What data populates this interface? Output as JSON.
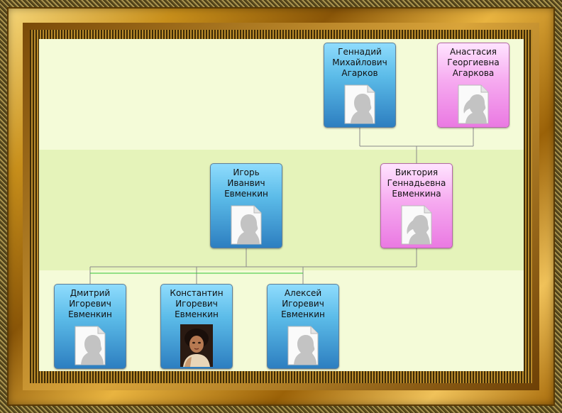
{
  "tree": {
    "people": [
      {
        "id": "gennady",
        "gender": "male",
        "lines": [
          "Геннадий",
          "Михайлович",
          "Агарков"
        ],
        "photo": "male-silhouette-icon"
      },
      {
        "id": "anastasia",
        "gender": "female",
        "lines": [
          "Анастасия",
          "Георгиевна",
          "Агаркова"
        ],
        "photo": "female-silhouette-icon"
      },
      {
        "id": "igor",
        "gender": "male",
        "lines": [
          "Игорь",
          "Иванвич",
          "Евменкин"
        ],
        "photo": "male-silhouette-icon"
      },
      {
        "id": "viktoria",
        "gender": "female",
        "lines": [
          "Виктория",
          "Геннадьевна",
          "Евменкина"
        ],
        "photo": "female-silhouette-icon"
      },
      {
        "id": "dmitry",
        "gender": "male",
        "lines": [
          "Дмитрий",
          "Игоревич",
          "Евменкин"
        ],
        "photo": "male-silhouette-icon"
      },
      {
        "id": "konstantin",
        "gender": "male",
        "lines": [
          "Константин",
          "Игоревич",
          "Евменкин"
        ],
        "photo": "portrait-photo"
      },
      {
        "id": "aleksey",
        "gender": "male",
        "lines": [
          "Алексей",
          "Игоревич",
          "Евменкин"
        ],
        "photo": "male-silhouette-icon"
      }
    ],
    "relations": [
      {
        "type": "parents",
        "parents": [
          "gennady",
          "anastasia"
        ],
        "children": [
          "viktoria"
        ]
      },
      {
        "type": "parents",
        "parents": [
          "igor",
          "viktoria"
        ],
        "children": [
          "dmitry",
          "konstantin",
          "aleksey"
        ]
      }
    ],
    "colors": {
      "male_card": "#5bbbe8",
      "female_card": "#f6aaf0",
      "connector": "#8a8a8a",
      "sibling_link": "#34c534"
    }
  }
}
